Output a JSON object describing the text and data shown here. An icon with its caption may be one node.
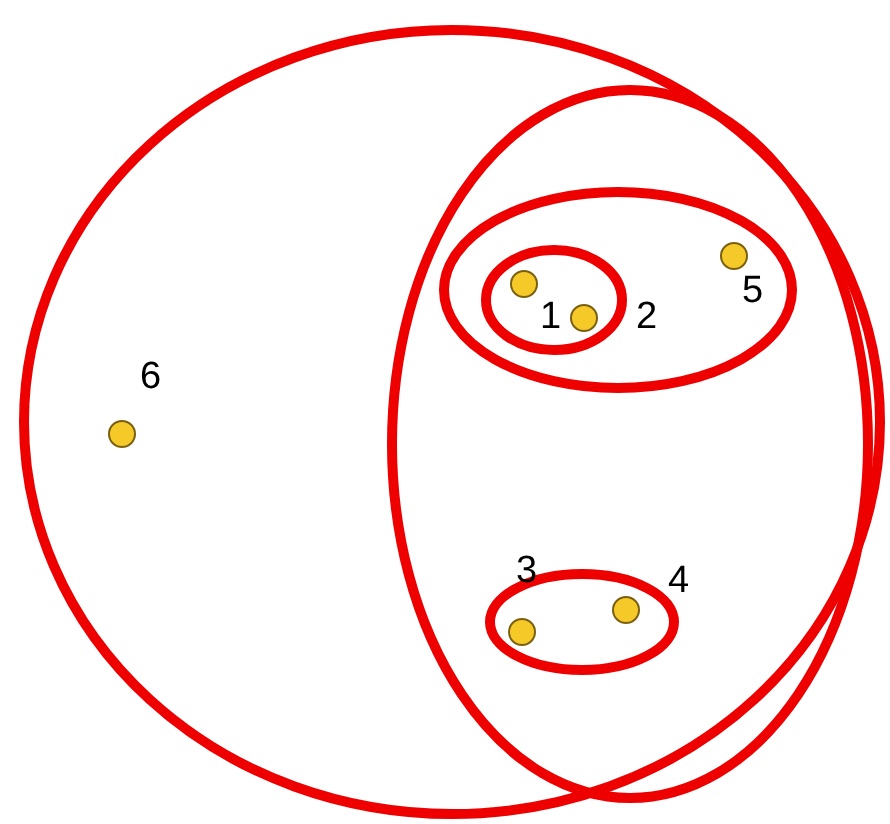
{
  "diagram": {
    "nodes": [
      {
        "text": [],
        "shape": "ellipse"
      },
      {
        "text": [],
        "shape": "ellipse",
        "in": 0
      },
      {
        "text": [],
        "shape": "ellipse",
        "in": 1
      },
      {
        "text": [],
        "shape": "ellipse",
        "in": 2
      },
      {
        "text": [],
        "shape": "circle",
        "in": 3,
        "beside": [
          "1"
        ]
      },
      {
        "text": [],
        "shape": "circle",
        "in": 3,
        "beside": [
          "2"
        ]
      },
      {
        "text": [],
        "shape": "circle",
        "in": 2,
        "beside": [
          "5"
        ]
      },
      {
        "text": [],
        "shape": "ellipse",
        "in": 1
      },
      {
        "text": [],
        "shape": "circle",
        "in": 7,
        "beside": [
          "3"
        ]
      },
      {
        "text": [],
        "shape": "circle",
        "in": 7,
        "beside": [
          "4"
        ]
      },
      {
        "text": [],
        "shape": "circle",
        "in": 0,
        "beside": [
          "6"
        ]
      }
    ],
    "edges": []
  }
}
